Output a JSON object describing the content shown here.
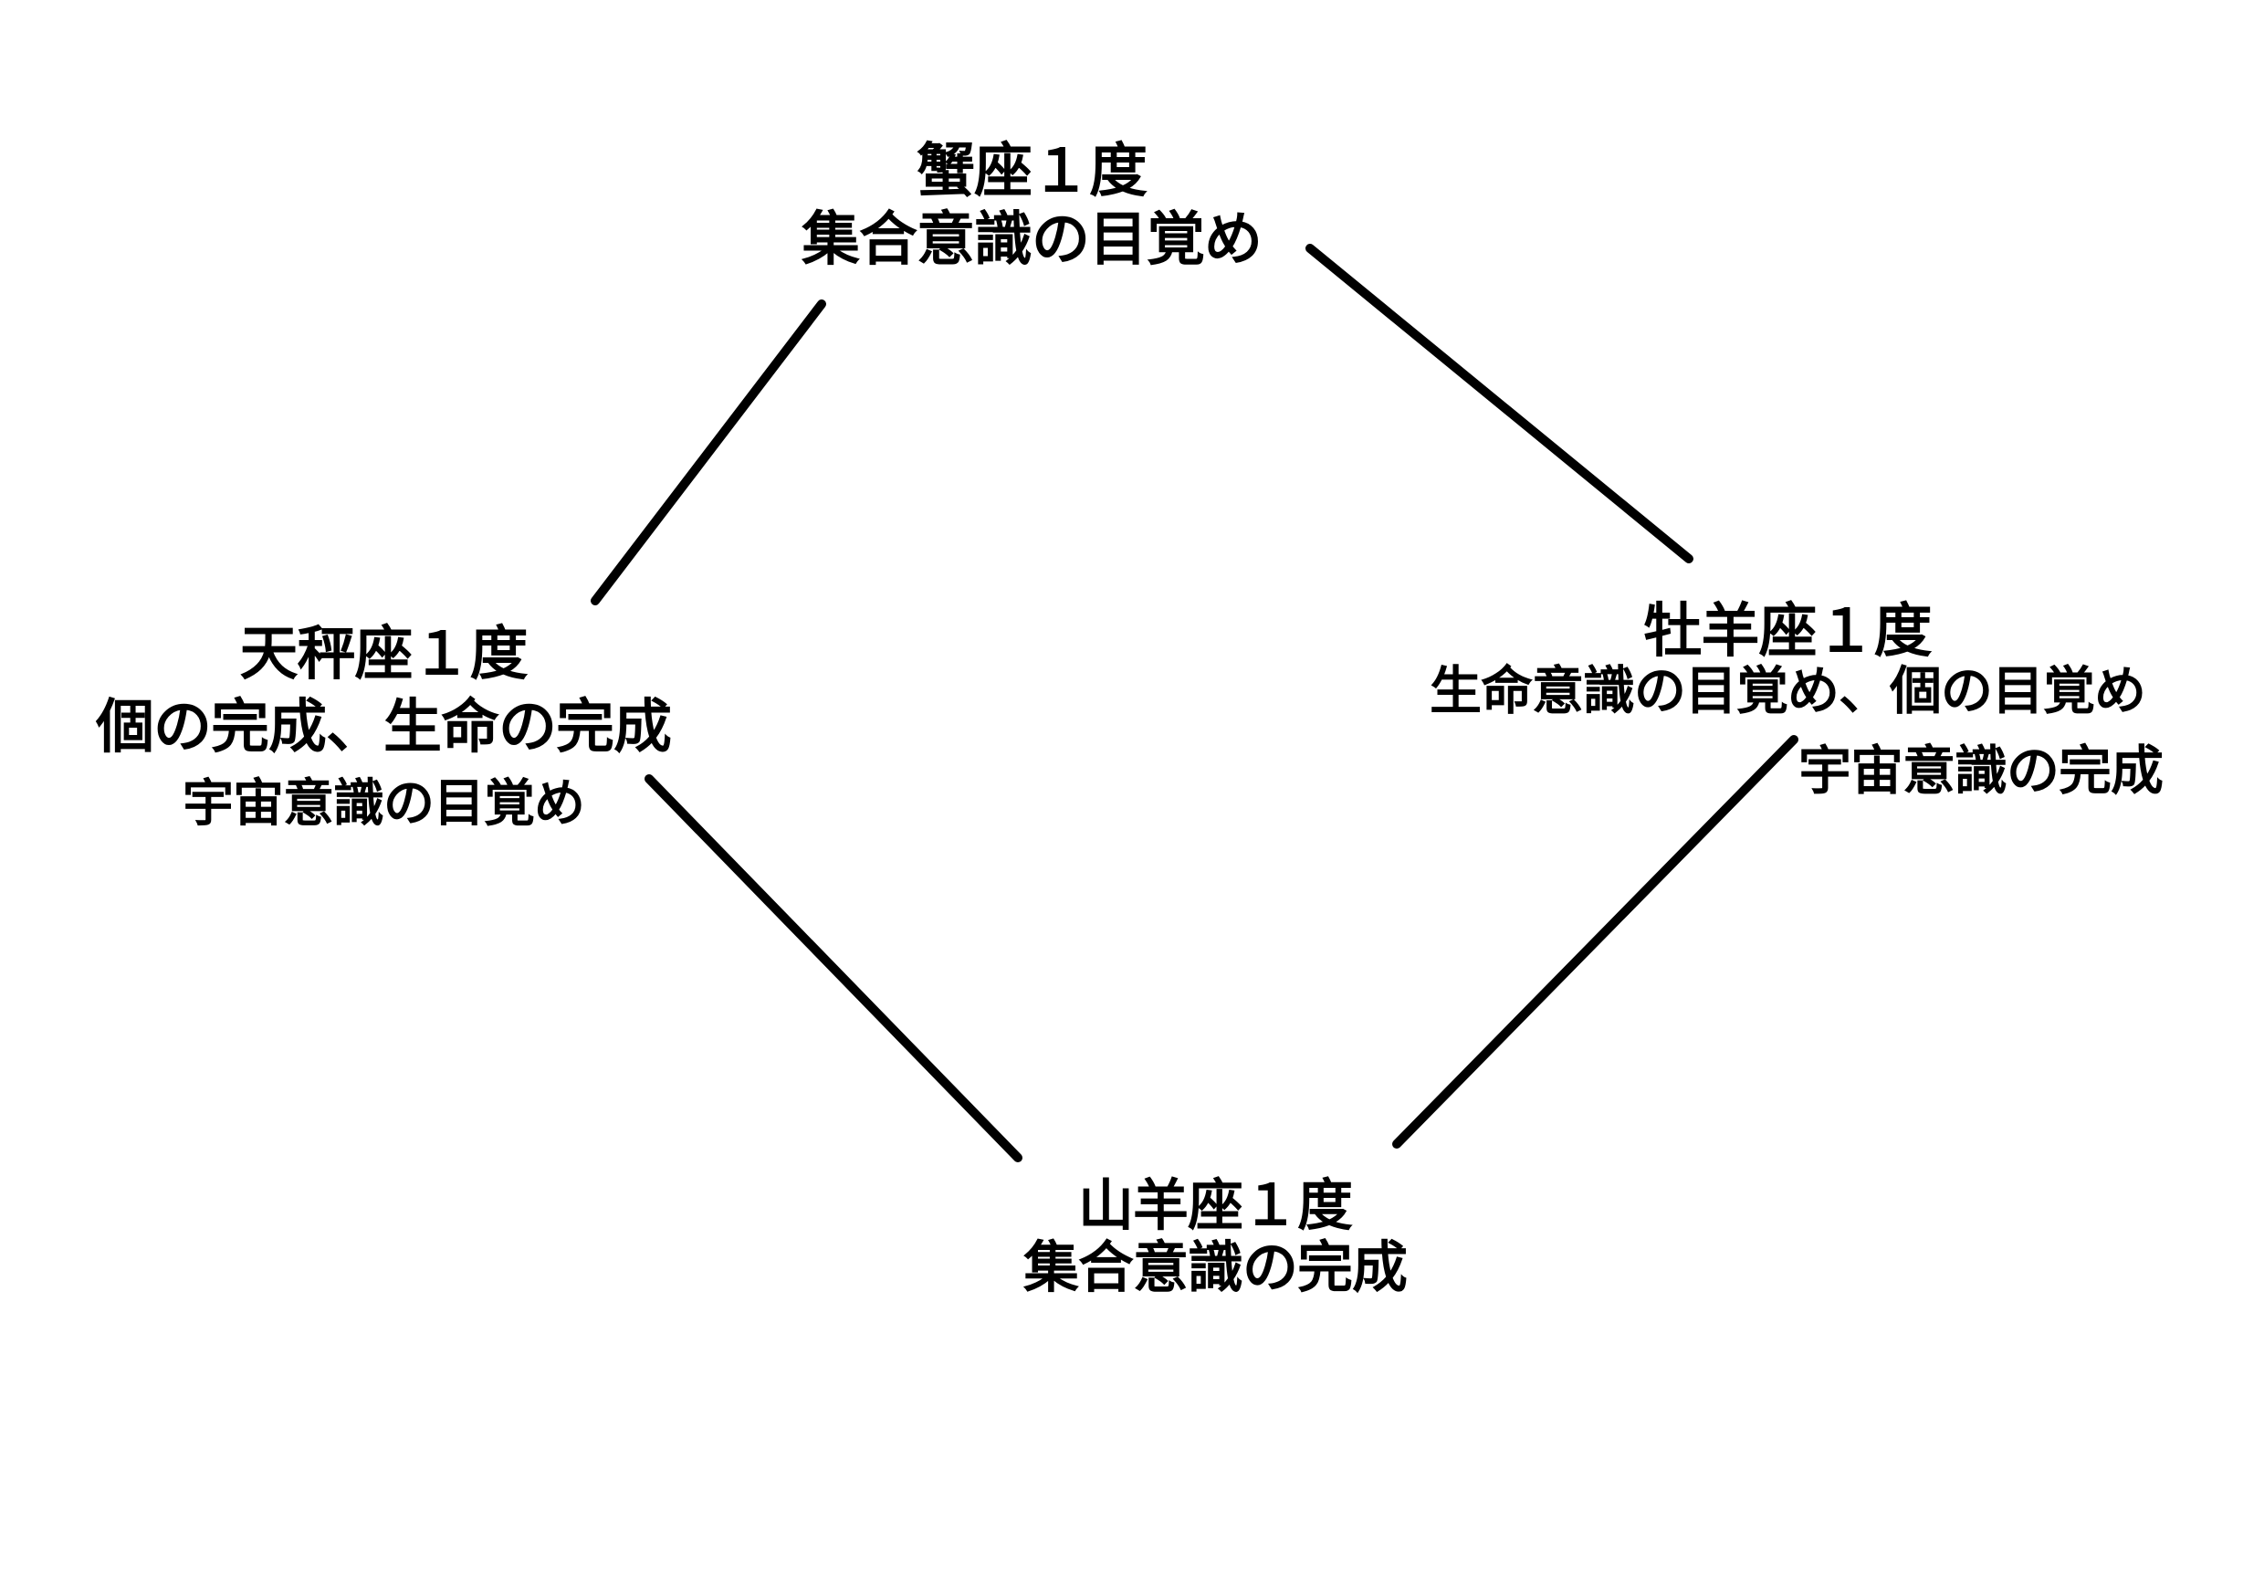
{
  "diagram": {
    "description_type": "zodiac-degree-cycle-diagram",
    "background_color": "#ffffff",
    "text_color": "#000000",
    "connector_color": "#000000",
    "nodes": {
      "cancer": {
        "title": "蟹座１度",
        "subtitle": "集合意識の目覚め"
      },
      "libra": {
        "title": "天秤座１度",
        "subtitle": "個の完成、生命の完成",
        "note": "宇宙意識の目覚め"
      },
      "aries": {
        "title": "牡羊座１度",
        "subtitle": "生命意識の目覚め、個の目覚め",
        "note": "宇宙意識の完成"
      },
      "capricorn": {
        "title": "山羊座１度",
        "subtitle": "集合意識の完成"
      }
    },
    "edges": [
      {
        "from": "libra",
        "to": "cancer"
      },
      {
        "from": "cancer",
        "to": "aries"
      },
      {
        "from": "libra",
        "to": "capricorn"
      },
      {
        "from": "capricorn",
        "to": "aries"
      }
    ]
  }
}
